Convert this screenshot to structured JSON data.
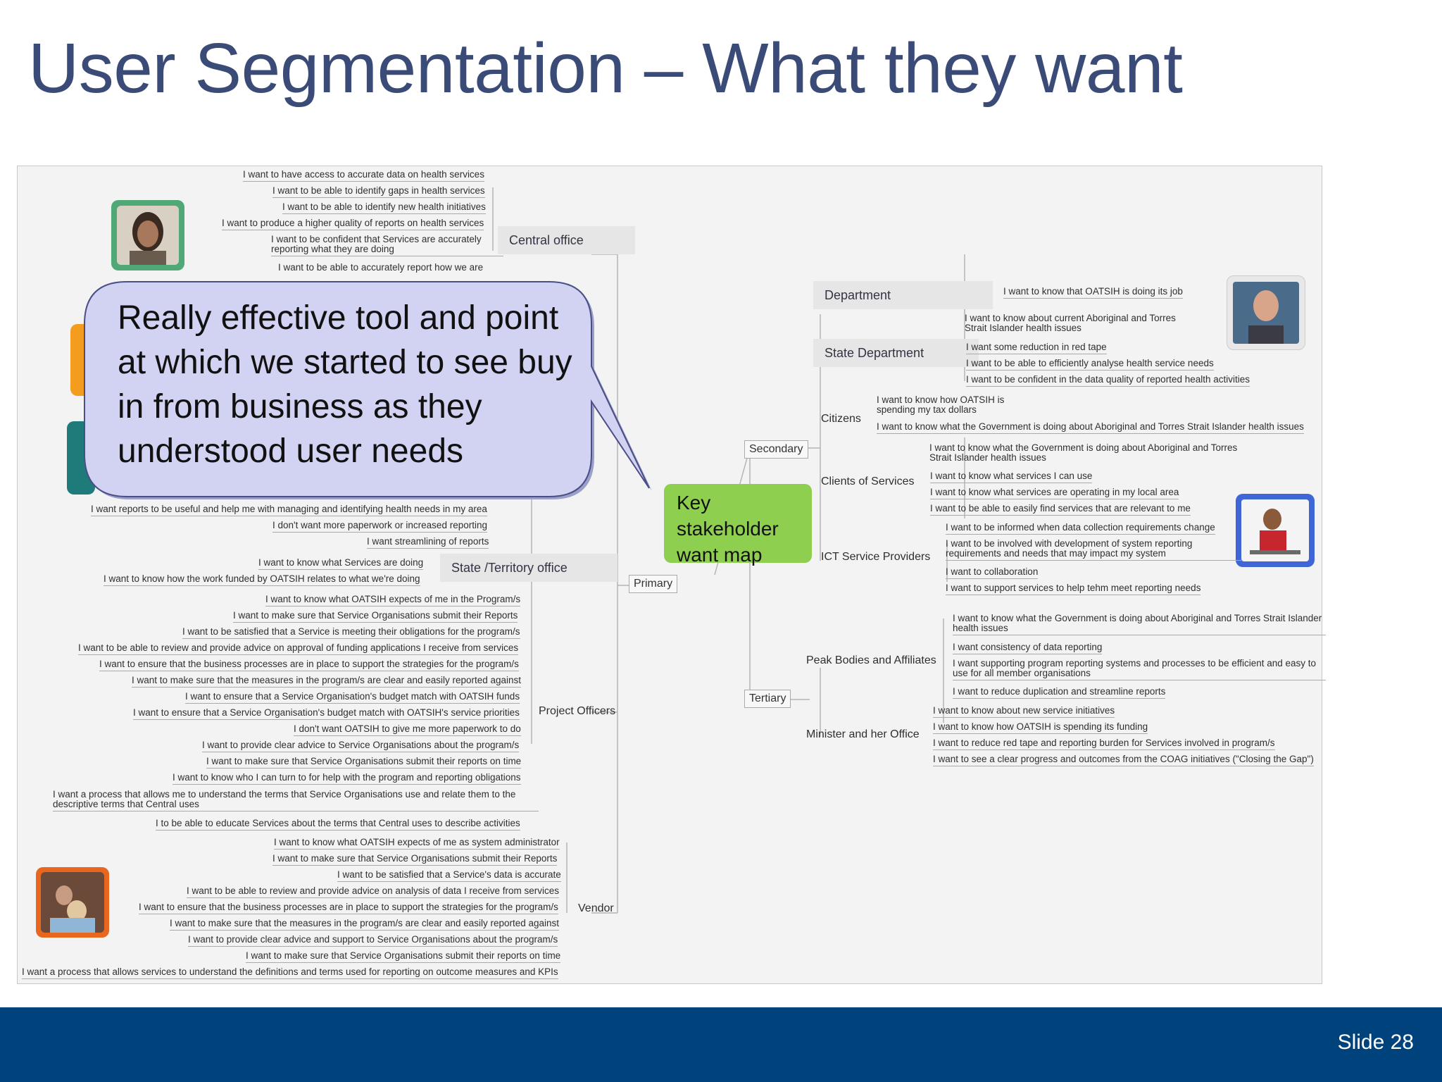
{
  "title": "User Segmentation – What they want",
  "slide_number": "Slide 28",
  "callout": "Really effective tool and point at which we started to see buy in from business as they understood user needs",
  "center_node": "Key stakeholder want map",
  "branches": {
    "primary": "Primary",
    "secondary": "Secondary",
    "tertiary": "Tertiary"
  },
  "nodes": {
    "central_office": "Central office",
    "state_territory_office": "State /Territory office",
    "project_officers": "Project Officers",
    "vendor": "Vendor",
    "department": "Department",
    "state_department": "State Department",
    "citizens": "Citizens",
    "clients_of_services": "Clients of Services",
    "ict_service_providers": "ICT Service Providers",
    "peak_bodies": "Peak Bodies and Affiliates",
    "minister": "Minister and her Office"
  },
  "central_office_wants": [
    "I want to have access to accurate data on health services",
    "I want to be able to identify gaps in health services",
    "I want to be able to identify new health initiatives",
    "I want to produce a higher quality of reports on health services",
    "I want to be confident that Services are accurately reporting what they are doing",
    "I want to be able to accurately report how we are"
  ],
  "left_middle_wants": [
    "I want reports to be useful and help me with managing and identifying health needs in my area",
    "I don't want more paperwork or increased reporting",
    "I want streamlining of reports"
  ],
  "state_office_wants": [
    "I want to know what Services are doing",
    "I want to know how the work funded by OATSIH relates to what we're doing"
  ],
  "project_officer_wants": [
    "I want to know what OATSIH expects of me in the Program/s",
    "I want to make sure that Service Organisations submit their Reports",
    "I want to be satisfied that a Service is meeting their obligations for the program/s",
    "I want to be able to review and provide advice on approval of funding applications I receive from services",
    "I want to ensure that the business processes are in place to support the strategies for the program/s",
    "I want to make sure that the measures in the program/s are clear and easily reported against",
    "I want to ensure that a Service Organisation's budget match with OATSIH funds",
    "I want to ensure that a Service Organisation's budget match with OATSIH's service priorities",
    "I don't want OATSIH to give me more paperwork to do",
    "I want to provide clear advice to Service Organisations about the program/s",
    "I want to make sure that Service Organisations submit their reports on time",
    "I want to know who I can turn to for help with the program and reporting obligations",
    "I want a process that allows me to understand the terms that Service Organisations use and relate them to the descriptive terms that Central uses",
    "I to be able to educate Services about the terms that Central uses to describe activities"
  ],
  "vendor_wants": [
    "I want to know what OATSIH expects of me as system administrator",
    "I want to make sure that Service Organisations submit their Reports",
    "I want to be satisfied that a Service's data is accurate",
    "I want to be able to review and provide advice on analysis of data I receive from services",
    "I want to ensure that the business processes are in place to support the strategies for the program/s",
    "I want to make sure that the measures in the program/s are clear and easily reported against",
    "I want to provide clear advice and support  to Service Organisations about the program/s",
    "I want to make sure that Service Organisations submit their reports on time",
    "I want a process that allows services to understand the definitions and terms used for reporting on outcome measures and KPIs"
  ],
  "department_wants": [
    "I want to know that OATSIH is doing its job"
  ],
  "state_department_wants": [
    "I want to know about current  Aboriginal and Torres Strait Islander health issues",
    "I want some reduction in red tape",
    "I want to be able to efficiently analyse health service needs",
    "I want to be confident in the data quality of reported health activities"
  ],
  "citizens_wants": [
    "I want to know how OATSIH is spending my tax dollars",
    "I want to know what the Government is doing about Aboriginal  and Torres Strait Islander health issues"
  ],
  "clients_wants": [
    "I want to know what the Government is doing about Aboriginal  and Torres Strait Islander health issues",
    "I want to know what services I can use",
    "I want to know what services are operating in my local area",
    "I want to be able to easily find services that are relevant to me"
  ],
  "ict_wants": [
    "I want to be informed when data collection requirements change",
    "I want to be involved with development of system reporting requirements and needs that may impact my system",
    "I want to collaboration",
    "I want to support services to help tehm meet reporting needs"
  ],
  "peak_wants": [
    "I want to know what the Government is doing about Aboriginal  and Torres Strait Islander health issues",
    "I want consistency of data reporting",
    "I want supporting program reporting systems and processes to be efficient and easy to use for all member organisations",
    "I want to reduce duplication and streamline reports"
  ],
  "minister_wants": [
    "I want to know about new service initiatives",
    "I want to know how OATSIH is spending its funding",
    "I want to reduce red tape and reporting burden for Services involved in program/s",
    "I want to see a clear progress and outcomes from the COAG initiatives (\"Closing the Gap\")"
  ],
  "colors": {
    "title": "#3b4b78",
    "footer": "#00427c",
    "callout_fill": "#d2d2f2",
    "center_node": "#8fcf4f"
  }
}
